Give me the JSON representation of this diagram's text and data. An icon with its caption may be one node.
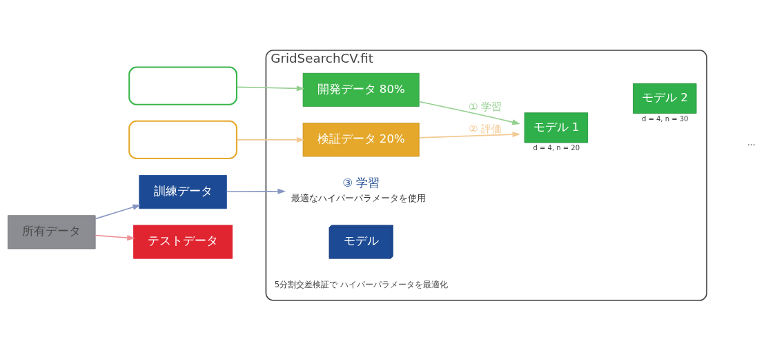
{
  "diagram": {
    "nodes": [
      {
        "text": [
          "訓練データ"
        ]
      },
      {
        "text": [],
        "shape": "box"
      },
      {
        "text": [],
        "shape": "box"
      },
      {
        "text": [
          "所有データ"
        ]
      },
      {
        "text": [
          "テストデータ"
        ]
      },
      {
        "text": [
          "GridSearchCV.fit"
        ]
      },
      {
        "text": [
          "開発データ 80%"
        ],
        "in": 5
      },
      {
        "text": [
          "検証データ 20%"
        ],
        "in": 5
      },
      {
        "text": [
          "モデル 1"
        ],
        "in": 5,
        "beside": [
          "d = 4, n = 20"
        ]
      },
      {
        "text": [
          "モデル 2"
        ],
        "in": 5,
        "beside": [
          "d = 4, n = 30"
        ]
      },
      {
        "text": [
          "③ 学習",
          "最適なハイパーパラメータを使用"
        ],
        "in": 5
      },
      {
        "text": [
          "モデル"
        ],
        "in": 5
      }
    ],
    "edges": [
      {
        "from": 3,
        "to": 0,
        "arrow": "to",
        "color": "#8796c4"
      },
      {
        "from": 3,
        "to": 4,
        "arrow": "to",
        "color": "#ef8f95"
      },
      {
        "from": 1,
        "to": 6,
        "arrow": "to",
        "color": "#93cf8e"
      },
      {
        "from": 2,
        "to": 7,
        "arrow": "to",
        "color": "#f2c992"
      },
      {
        "from": 0,
        "to": 10,
        "arrow": "to",
        "color": "#8796c4"
      },
      {
        "from": 6,
        "to": 8,
        "arrow": "to",
        "label": "① 学習",
        "color": "#93cf8e"
      },
      {
        "from": 7,
        "to": 8,
        "arrow": "to",
        "label": "② 評価",
        "color": "#f2c992"
      }
    ],
    "labels": [
      "…",
      "5分割交差検証で ハイパーパラメータを最適化"
    ]
  }
}
